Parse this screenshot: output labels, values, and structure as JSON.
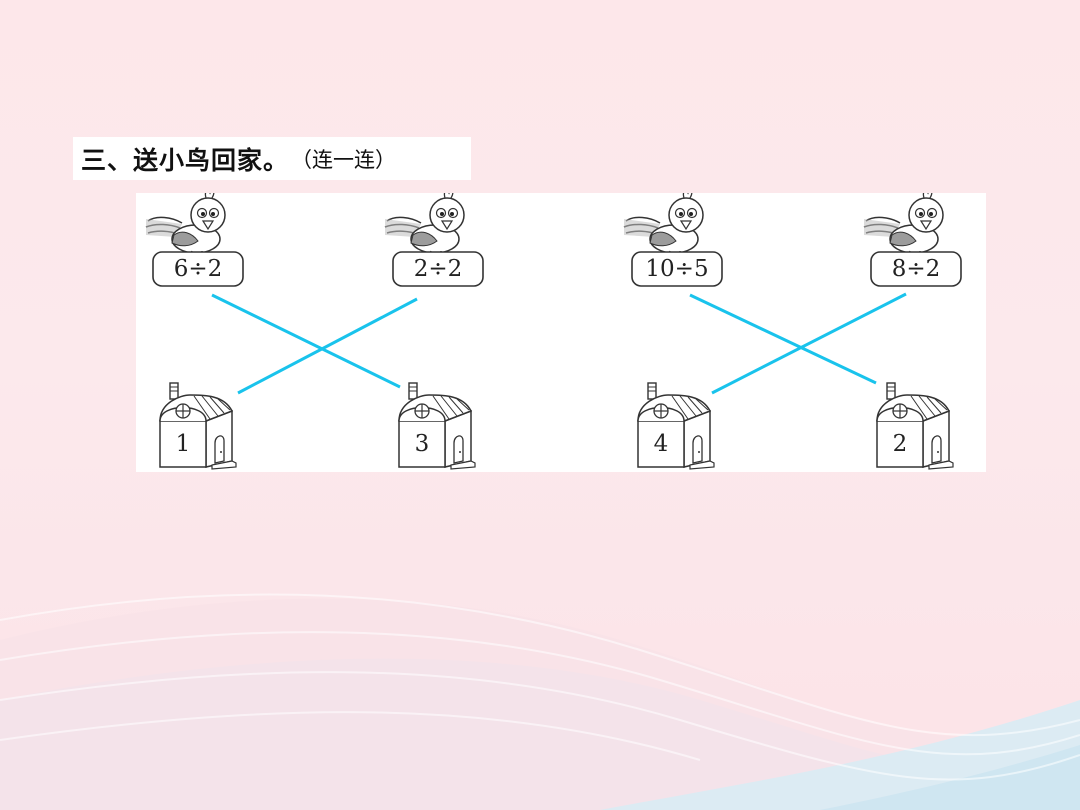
{
  "title": {
    "main": "三、送小鸟回家。",
    "sub": "（连一连）"
  },
  "birds": [
    {
      "expression": "6÷2"
    },
    {
      "expression": "2÷2"
    },
    {
      "expression": "10÷5"
    },
    {
      "expression": "8÷2"
    }
  ],
  "houses": [
    {
      "number": "1"
    },
    {
      "number": "3"
    },
    {
      "number": "4"
    },
    {
      "number": "2"
    }
  ],
  "connections": [
    {
      "bird": "6÷2",
      "house": "3"
    },
    {
      "bird": "2÷2",
      "house": "1"
    },
    {
      "bird": "10÷5",
      "house": "2"
    },
    {
      "bird": "8÷2",
      "house": "4"
    }
  ],
  "colors": {
    "line": "#19c3ec",
    "background": "#fde7ea",
    "wave": "#d9ecf5"
  }
}
